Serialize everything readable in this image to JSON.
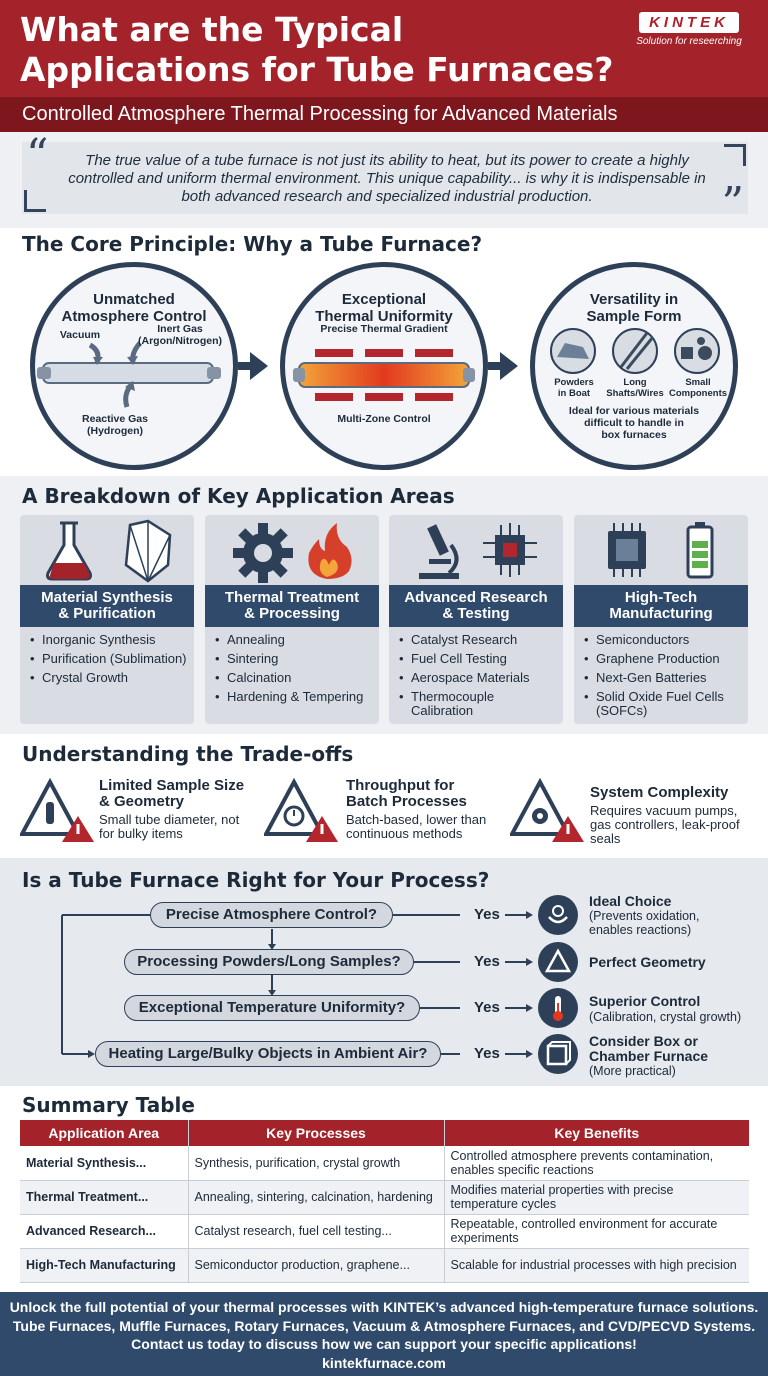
{
  "header": {
    "title_line1": "What are the Typical",
    "title_line2": "Applications for Tube Furnaces?",
    "subtitle": "Controlled Atmosphere Thermal Processing for Advanced Materials",
    "logo_word": "KINTEK",
    "logo_tagline": "Solution for reseerching"
  },
  "quote": {
    "text": "The true value of a tube furnace is not just its ability to heat, but its power to create a highly controlled and uniform thermal environment. This unique capability... is why it is indispensable in both advanced research and specialized industrial production."
  },
  "core": {
    "title": "The Core Principle: Why a Tube Furnace?",
    "atmosphere": {
      "title_line1": "Unmatched",
      "title_line2": "Atmosphere Control",
      "vacuum": "Vacuum",
      "inert_line1": "Inert Gas",
      "inert_line2": "(Argon/Nitrogen)",
      "reactive_line1": "Reactive Gas",
      "reactive_line2": "(Hydrogen)"
    },
    "uniformity": {
      "title_line1": "Exceptional",
      "title_line2": "Thermal Uniformity",
      "gradient": "Precise Thermal Gradient",
      "zones": "Multi-Zone Control"
    },
    "versatility": {
      "title_line1": "Versatility in",
      "title_line2": "Sample Form",
      "powders_line1": "Powders",
      "powders_line2": "in Boat",
      "shafts_line1": "Long",
      "shafts_line2": "Shafts/Wires",
      "small_line1": "Small",
      "small_line2": "Components",
      "note_line1": "Ideal for various materials",
      "note_line2": "difficult to handle in",
      "note_line3": "box furnaces"
    }
  },
  "applications": {
    "title": "A Breakdown of Key Application Areas",
    "cards": [
      {
        "title_line1": "Material Synthesis",
        "title_line2": "& Purification",
        "items": [
          "Inorganic Synthesis",
          "Purification (Sublimation)",
          "Crystal Growth"
        ]
      },
      {
        "title_line1": "Thermal Treatment",
        "title_line2": "& Processing",
        "items": [
          "Annealing",
          "Sintering",
          "Calcination",
          "Hardening & Tempering"
        ]
      },
      {
        "title_line1": "Advanced Research",
        "title_line2": "& Testing",
        "items": [
          "Catalyst Research",
          "Fuel Cell Testing",
          "Aerospace Materials",
          "Thermocouple Calibration"
        ]
      },
      {
        "title_line1": "High-Tech",
        "title_line2": "Manufacturing",
        "items": [
          "Semiconductors",
          "Graphene Production",
          "Next-Gen Batteries",
          "Solid Oxide Fuel Cells (SOFCs)"
        ]
      }
    ]
  },
  "tradeoffs": {
    "title": "Understanding the Trade-offs",
    "items": [
      {
        "title_line1": "Limited Sample Size",
        "title_line2": "& Geometry",
        "text_line1": "Small tube diameter, not",
        "text_line2": "for bulky items"
      },
      {
        "title_line1": "Throughput for",
        "title_line2": "Batch Processes",
        "text_line1": "Batch-based, lower than",
        "text_line2": "continuous methods"
      },
      {
        "title_line1": "System Complexity",
        "title_line2": "",
        "text_line1": "Requires vacuum pumps,",
        "text_line2": "gas controllers, leak-proof",
        "text_line3": "seals"
      }
    ]
  },
  "decision": {
    "title": "Is a Tube Furnace Right for Your Process?",
    "rows": [
      {
        "question": "Precise Atmosphere Control?",
        "answer": "Yes",
        "result": "Ideal Choice",
        "note_line1": "(Prevents oxidation,",
        "note_line2": "enables reactions)"
      },
      {
        "question": "Processing Powders/Long Samples?",
        "answer": "Yes",
        "result": "Perfect Geometry",
        "note_line1": "",
        "note_line2": ""
      },
      {
        "question": "Exceptional Temperature Uniformity?",
        "answer": "Yes",
        "result": "Superior Control",
        "note_line1": "(Calibration, crystal growth)",
        "note_line2": ""
      },
      {
        "question": "Heating Large/Bulky Objects in Ambient Air?",
        "answer": "Yes",
        "result_line1": "Consider Box or",
        "result_line2": "Chamber Furnace",
        "note_line1": "(More practical)"
      }
    ]
  },
  "summary": {
    "title": "Summary Table",
    "headers": [
      "Application Area",
      "Key Processes",
      "Key Benefits"
    ],
    "rows": [
      {
        "area": "Material Synthesis...",
        "processes": "Synthesis, purification, crystal growth",
        "benefits": "Controlled atmosphere prevents contamination, enables specific reactions"
      },
      {
        "area": "Thermal Treatment...",
        "processes": "Annealing, sintering, calcination, hardening",
        "benefits": "Modifies material properties with precise temperature cycles"
      },
      {
        "area": "Advanced Research...",
        "processes": "Catalyst research, fuel cell testing...",
        "benefits": "Repeatable, controlled environment for accurate experiments"
      },
      {
        "area": "High-Tech Manufacturing",
        "processes": "Semiconductor production, graphene...",
        "benefits": "Scalable for industrial processes with high precision"
      }
    ]
  },
  "footer": {
    "line1": "Unlock the full potential of your thermal processes with KINTEK’s advanced high-temperature furnace solutions.",
    "line2": "Tube Furnaces, Muffle Furnaces, Rotary Furnaces, Vacuum & Atmosphere Furnaces, and CVD/PECVD Systems.",
    "line3": "Contact us today to discuss how we can support your specific applications!",
    "line4": "kintekfurnace.com"
  },
  "colors": {
    "brand_red": "#a4232b",
    "navy": "#2f4a6b",
    "dark": "#1d2a3a"
  }
}
